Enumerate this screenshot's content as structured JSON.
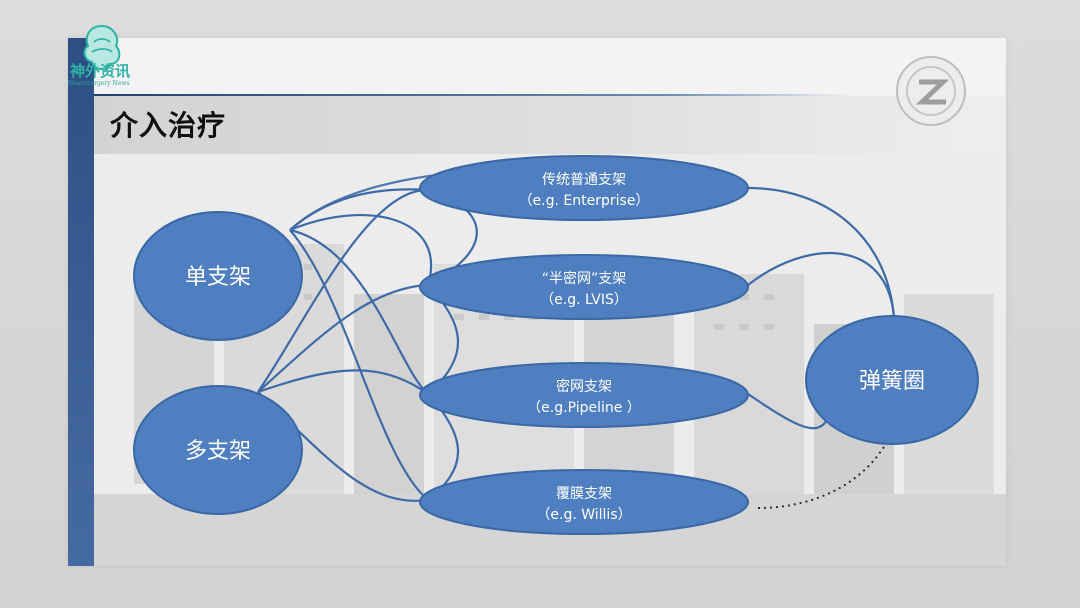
{
  "slide": {
    "title": "介入治疗"
  },
  "watermark": {
    "name": "神外资讯",
    "sub": "Neurosurgery News"
  },
  "nodes": {
    "single": "单支架",
    "multi": "多支架",
    "coil": "弹簧圈",
    "s1": {
      "line1": "传统普通支架",
      "line2": "（e.g. Enterprise）"
    },
    "s2": {
      "line1": "“半密网”支架",
      "line2": "（e.g. LVIS）"
    },
    "s3": {
      "line1": "密网支架",
      "line2": "（e.g.Pipeline ）"
    },
    "s4": {
      "line1": "覆膜支架",
      "line2": "（e.g. Willis）"
    }
  },
  "colors": {
    "node_fill": "#4f7fc0",
    "node_stroke": "#3a67a5",
    "edge": "#3e6aa6",
    "left_bar": "#2b4f82"
  },
  "icons": {
    "watermark_logo": "brain-logo-icon",
    "seal": "university-seal-icon"
  }
}
